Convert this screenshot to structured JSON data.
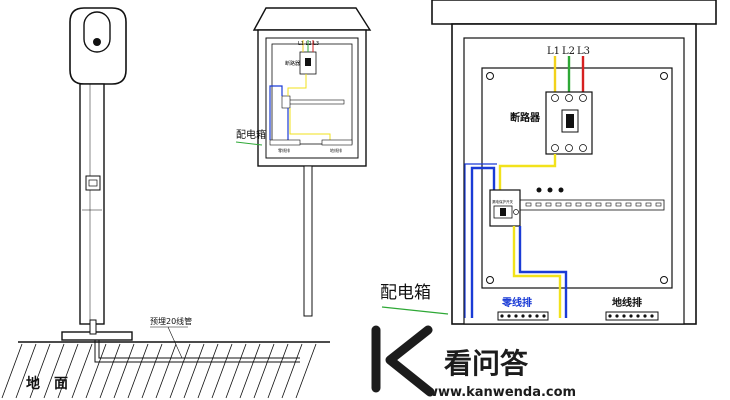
{
  "diagram": {
    "ground_label": "地　面",
    "conduit_label": "预埋20线管",
    "distribution_box_label_small": "配电箱",
    "distribution_box_label_large": "配电箱",
    "phases": [
      "L1",
      "L2",
      "L3"
    ],
    "breaker_label": "断路器",
    "neutral_bar_label": "零线排",
    "ground_bar_label": "地线排",
    "small_breaker_label": "断路器",
    "small_neutral_label": "零线排",
    "small_ground_label": "地线排",
    "small_terminal_left": "零线排",
    "small_terminal_right": "地线排",
    "rcd_caption": "漏电保护开关"
  },
  "watermark": {
    "brand": "看问答",
    "url": "www.kanwenda.com"
  },
  "colors": {
    "phase_L1": "#f2d21b",
    "phase_L2": "#2ea836",
    "phase_L3": "#d62020",
    "neutral_wire": "#1a3bd6",
    "yellow_wire": "#f2e21b",
    "leader_green": "#2ea836"
  }
}
